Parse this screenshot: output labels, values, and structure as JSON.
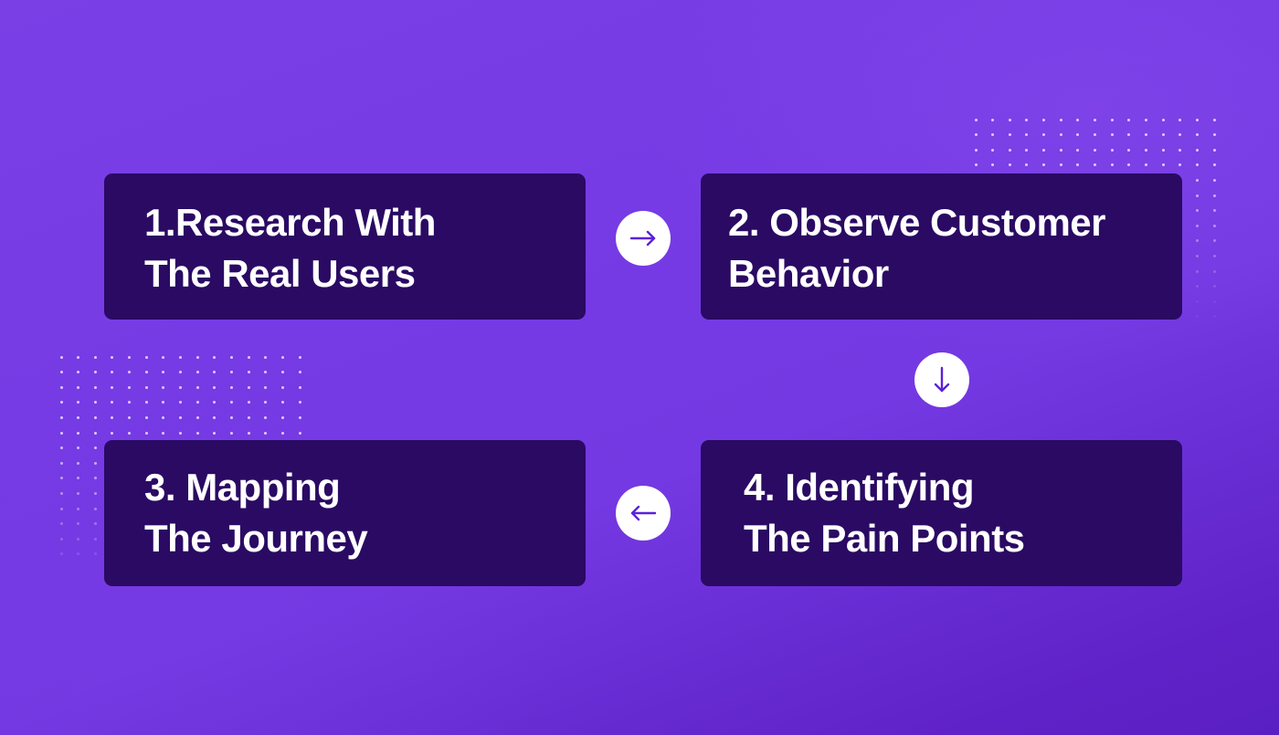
{
  "diagram": {
    "type": "process-flow",
    "steps": [
      {
        "number": "1.",
        "line1": "1.Research With",
        "line2": "The Real Users"
      },
      {
        "number": "2.",
        "line1": "2. Observe Customer",
        "line2": "Behavior"
      },
      {
        "number": "3.",
        "line1": "3. Mapping",
        "line2": "The Journey"
      },
      {
        "number": "4.",
        "line1": "4. Identifying",
        "line2": "The Pain Points"
      }
    ],
    "connectors": [
      {
        "from": 1,
        "to": 2,
        "icon": "arrow-right-icon",
        "glyph": "→"
      },
      {
        "from": 2,
        "to": 4,
        "icon": "arrow-down-icon",
        "glyph": "↓"
      },
      {
        "from": 4,
        "to": 3,
        "icon": "arrow-left-icon",
        "glyph": "←"
      }
    ]
  },
  "colors": {
    "background": "#7a3ee6",
    "card": "#2a0a63",
    "card_text": "#ffffff",
    "connector_bg": "#ffffff",
    "arrow": "#5b21d9",
    "dots": "#e6dcff"
  }
}
